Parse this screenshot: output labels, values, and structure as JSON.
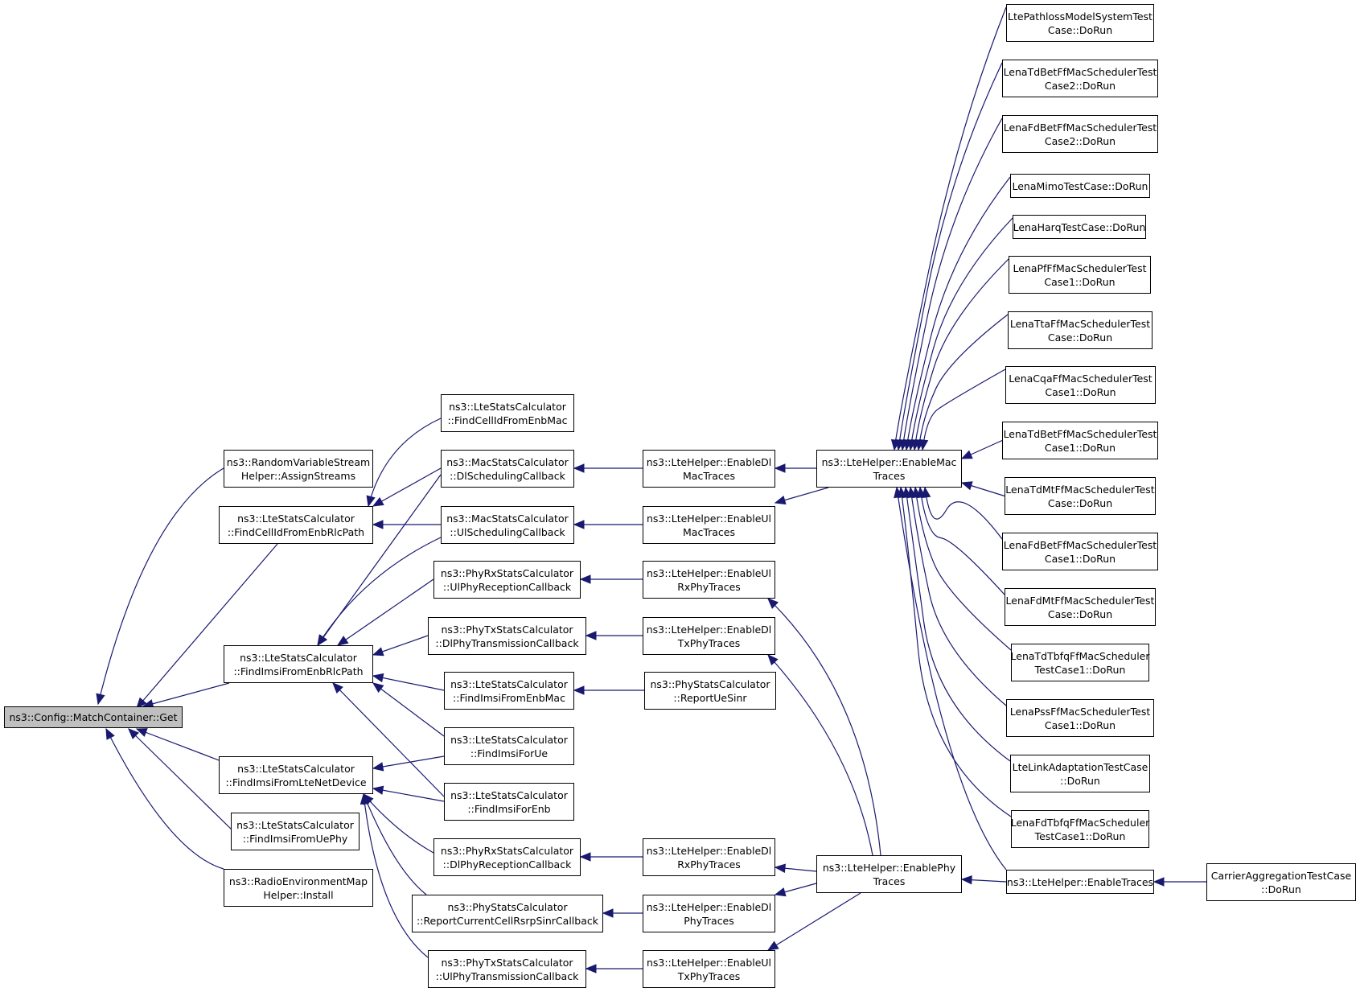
{
  "graph": {
    "root_id": "root",
    "edge_color": "#191970",
    "root_fill": "#bfbfbf",
    "nodes": [
      {
        "id": "root",
        "lines": [
          "ns3::Config::MatchContainer::Get"
        ]
      },
      {
        "id": "rvs",
        "lines": [
          "ns3::RandomVariableStream",
          "Helper::AssignStreams"
        ]
      },
      {
        "id": "fcirlc",
        "lines": [
          "ns3::LteStatsCalculator",
          "::FindCellIdFromEnbRlcPath"
        ]
      },
      {
        "id": "fimrlc",
        "lines": [
          "ns3::LteStatsCalculator",
          "::FindImsiFromEnbRlcPath"
        ]
      },
      {
        "id": "fimlte",
        "lines": [
          "ns3::LteStatsCalculator",
          "::FindImsiFromLteNetDevice"
        ]
      },
      {
        "id": "fimuephy",
        "lines": [
          "ns3::LteStatsCalculator",
          "::FindImsiFromUePhy"
        ]
      },
      {
        "id": "rem",
        "lines": [
          "ns3::RadioEnvironmentMap",
          "Helper::Install"
        ]
      },
      {
        "id": "fcimac",
        "lines": [
          "ns3::LteStatsCalculator",
          "::FindCellIdFromEnbMac"
        ]
      },
      {
        "id": "dlsched",
        "lines": [
          "ns3::MacStatsCalculator",
          "::DlSchedulingCallback"
        ]
      },
      {
        "id": "ulsched",
        "lines": [
          "ns3::MacStatsCalculator",
          "::UlSchedulingCallback"
        ]
      },
      {
        "id": "ulphyrx",
        "lines": [
          "ns3::PhyRxStatsCalculator",
          "::UlPhyReceptionCallback"
        ]
      },
      {
        "id": "dlphytx",
        "lines": [
          "ns3::PhyTxStatsCalculator",
          "::DlPhyTransmissionCallback"
        ]
      },
      {
        "id": "fimenbmac",
        "lines": [
          "ns3::LteStatsCalculator",
          "::FindImsiFromEnbMac"
        ]
      },
      {
        "id": "fimue",
        "lines": [
          "ns3::LteStatsCalculator",
          "::FindImsiForUe"
        ]
      },
      {
        "id": "fimenb",
        "lines": [
          "ns3::LteStatsCalculator",
          "::FindImsiForEnb"
        ]
      },
      {
        "id": "dlphyrx",
        "lines": [
          "ns3::PhyRxStatsCalculator",
          "::DlPhyReceptionCallback"
        ]
      },
      {
        "id": "rsrp",
        "lines": [
          "ns3::PhyStatsCalculator",
          "::ReportCurrentCellRsrpSinrCallback"
        ]
      },
      {
        "id": "ulphytx",
        "lines": [
          "ns3::PhyTxStatsCalculator",
          "::UlPhyTransmissionCallback"
        ]
      },
      {
        "id": "edlmac",
        "lines": [
          "ns3::LteHelper::EnableDl",
          "MacTraces"
        ]
      },
      {
        "id": "eulmac",
        "lines": [
          "ns3::LteHelper::EnableUl",
          "MacTraces"
        ]
      },
      {
        "id": "eulrxphy",
        "lines": [
          "ns3::LteHelper::EnableUl",
          "RxPhyTraces"
        ]
      },
      {
        "id": "edltxphy",
        "lines": [
          "ns3::LteHelper::EnableDl",
          "TxPhyTraces"
        ]
      },
      {
        "id": "uesinr",
        "lines": [
          "ns3::PhyStatsCalculator",
          "::ReportUeSinr"
        ]
      },
      {
        "id": "edlrxphy",
        "lines": [
          "ns3::LteHelper::EnableDl",
          "RxPhyTraces"
        ]
      },
      {
        "id": "edlphy",
        "lines": [
          "ns3::LteHelper::EnableDl",
          "PhyTraces"
        ]
      },
      {
        "id": "eultxphy",
        "lines": [
          "ns3::LteHelper::EnableUl",
          "TxPhyTraces"
        ]
      },
      {
        "id": "emac",
        "lines": [
          "ns3::LteHelper::EnableMac",
          "Traces"
        ]
      },
      {
        "id": "ephy",
        "lines": [
          "ns3::LteHelper::EnablePhy",
          "Traces"
        ]
      },
      {
        "id": "t1",
        "lines": [
          "LtePathlossModelSystemTest",
          "Case::DoRun"
        ]
      },
      {
        "id": "t2",
        "lines": [
          "LenaTdBetFfMacSchedulerTest",
          "Case2::DoRun"
        ]
      },
      {
        "id": "t3",
        "lines": [
          "LenaFdBetFfMacSchedulerTest",
          "Case2::DoRun"
        ]
      },
      {
        "id": "t4",
        "lines": [
          "LenaMimoTestCase::DoRun"
        ]
      },
      {
        "id": "t5",
        "lines": [
          "LenaHarqTestCase::DoRun"
        ]
      },
      {
        "id": "t6",
        "lines": [
          "LenaPfFfMacSchedulerTest",
          "Case1::DoRun"
        ]
      },
      {
        "id": "t7",
        "lines": [
          "LenaTtaFfMacSchedulerTest",
          "Case::DoRun"
        ]
      },
      {
        "id": "t8",
        "lines": [
          "LenaCqaFfMacSchedulerTest",
          "Case1::DoRun"
        ]
      },
      {
        "id": "t9",
        "lines": [
          "LenaTdBetFfMacSchedulerTest",
          "Case1::DoRun"
        ]
      },
      {
        "id": "t10",
        "lines": [
          "LenaTdMtFfMacSchedulerTest",
          "Case::DoRun"
        ]
      },
      {
        "id": "t11",
        "lines": [
          "LenaFdBetFfMacSchedulerTest",
          "Case1::DoRun"
        ]
      },
      {
        "id": "t12",
        "lines": [
          "LenaFdMtFfMacSchedulerTest",
          "Case::DoRun"
        ]
      },
      {
        "id": "t13",
        "lines": [
          "LenaTdTbfqFfMacScheduler",
          "TestCase1::DoRun"
        ]
      },
      {
        "id": "t14",
        "lines": [
          "LenaPssFfMacSchedulerTest",
          "Case1::DoRun"
        ]
      },
      {
        "id": "t15",
        "lines": [
          "LteLinkAdaptationTestCase",
          "::DoRun"
        ]
      },
      {
        "id": "t16",
        "lines": [
          "LenaFdTbfqFfMacScheduler",
          "TestCase1::DoRun"
        ]
      },
      {
        "id": "etraces",
        "lines": [
          "ns3::LteHelper::EnableTraces"
        ]
      },
      {
        "id": "carrier",
        "lines": [
          "CarrierAggregationTestCase",
          "::DoRun"
        ]
      }
    ],
    "edges": [
      [
        "rvs",
        "root"
      ],
      [
        "fcirlc",
        "root"
      ],
      [
        "fimrlc",
        "root"
      ],
      [
        "fimlte",
        "root"
      ],
      [
        "fimuephy",
        "root"
      ],
      [
        "rem",
        "root"
      ],
      [
        "fcimac",
        "fcirlc"
      ],
      [
        "dlsched",
        "fcirlc"
      ],
      [
        "ulsched",
        "fcirlc"
      ],
      [
        "dlsched",
        "fimrlc"
      ],
      [
        "ulsched",
        "fimrlc"
      ],
      [
        "ulphyrx",
        "fimrlc"
      ],
      [
        "dlphytx",
        "fimrlc"
      ],
      [
        "fimenbmac",
        "fimrlc"
      ],
      [
        "fimue",
        "fimrlc"
      ],
      [
        "fimenb",
        "fimrlc"
      ],
      [
        "fimue",
        "fimlte"
      ],
      [
        "fimenb",
        "fimlte"
      ],
      [
        "dlphyrx",
        "fimlte"
      ],
      [
        "rsrp",
        "fimlte"
      ],
      [
        "ulphytx",
        "fimlte"
      ],
      [
        "edlmac",
        "dlsched"
      ],
      [
        "eulmac",
        "ulsched"
      ],
      [
        "eulrxphy",
        "ulphyrx"
      ],
      [
        "edltxphy",
        "dlphytx"
      ],
      [
        "uesinr",
        "fimenbmac"
      ],
      [
        "edlrxphy",
        "dlphyrx"
      ],
      [
        "edlphy",
        "rsrp"
      ],
      [
        "eultxphy",
        "ulphytx"
      ],
      [
        "emac",
        "edlmac"
      ],
      [
        "emac",
        "eulmac"
      ],
      [
        "ephy",
        "eulrxphy"
      ],
      [
        "ephy",
        "edltxphy"
      ],
      [
        "ephy",
        "edlrxphy"
      ],
      [
        "ephy",
        "edlphy"
      ],
      [
        "ephy",
        "eultxphy"
      ],
      [
        "t1",
        "emac"
      ],
      [
        "t2",
        "emac"
      ],
      [
        "t3",
        "emac"
      ],
      [
        "t4",
        "emac"
      ],
      [
        "t5",
        "emac"
      ],
      [
        "t6",
        "emac"
      ],
      [
        "t7",
        "emac"
      ],
      [
        "t8",
        "emac"
      ],
      [
        "t9",
        "emac"
      ],
      [
        "t10",
        "emac"
      ],
      [
        "t11",
        "emac"
      ],
      [
        "t12",
        "emac"
      ],
      [
        "t13",
        "emac"
      ],
      [
        "t14",
        "emac"
      ],
      [
        "t15",
        "emac"
      ],
      [
        "t16",
        "emac"
      ],
      [
        "etraces",
        "emac"
      ],
      [
        "etraces",
        "ephy"
      ],
      [
        "carrier",
        "etraces"
      ]
    ]
  }
}
